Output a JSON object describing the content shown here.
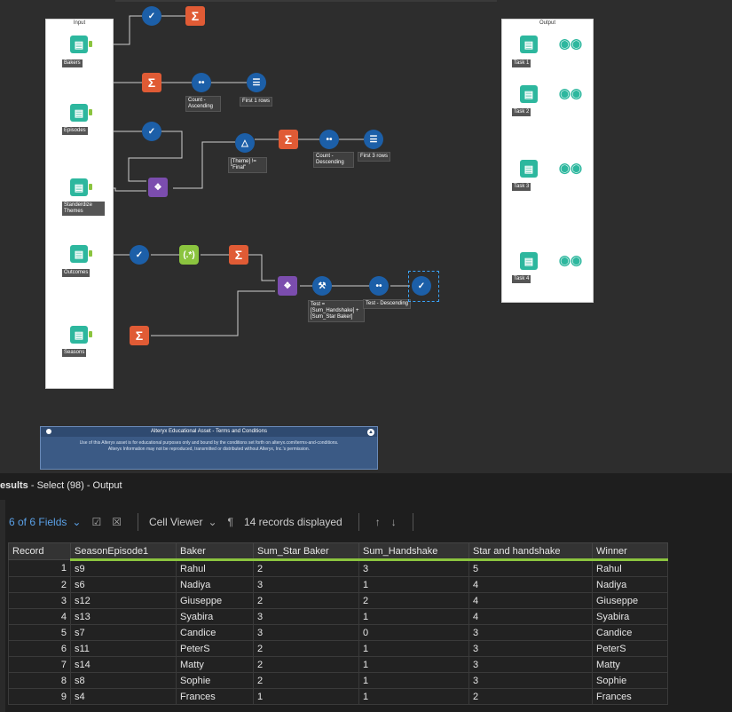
{
  "containers": {
    "input_title": "Input",
    "output_title": "Output"
  },
  "inputs": [
    "Bakers",
    "Episodes",
    "Standerdize Themes",
    "Outcomes",
    "Seasons"
  ],
  "outputs": [
    "Task 1",
    "Task 2",
    "Task 3",
    "Task 4"
  ],
  "tool_labels": {
    "count_asc": "Count - Ascending",
    "first1": "First 1 rows",
    "filter": "[Theme] != \"Final\"",
    "count_desc": "Count - Descending",
    "first3": "First 3 rows",
    "formula": "Test = [Sum_Handshake] + [Sum_Star Baker]",
    "test_desc": "Test - Descending"
  },
  "terms": {
    "title": "Alteryx Educational Asset - Terms and Conditions",
    "line1": "Use of this Alteryx asset is for educational purposes only and bound by the conditions set forth on alteryx.com/terms-and-conditions.",
    "line2": "Alteryx Information may not be reproduced, transmitted or distributed without Alteryx, Inc.'s permission."
  },
  "results": {
    "title": "esults",
    "subtitle": " - Select (98) - Output",
    "fields_label": "6 of 6 Fields",
    "viewer_label": "Cell Viewer",
    "records_label": "14 records displayed"
  },
  "table": {
    "headers": [
      "Record",
      "SeasonEpisode1",
      "Baker",
      "Sum_Star Baker",
      "Sum_Handshake",
      "Star and handshake",
      "Winner"
    ],
    "rows": [
      [
        "1",
        "s9",
        "Rahul",
        "2",
        "3",
        "5",
        "Rahul"
      ],
      [
        "2",
        "s6",
        "Nadiya",
        "3",
        "1",
        "4",
        "Nadiya"
      ],
      [
        "3",
        "s12",
        "Giuseppe",
        "2",
        "2",
        "4",
        "Giuseppe"
      ],
      [
        "4",
        "s13",
        "Syabira",
        "3",
        "1",
        "4",
        "Syabira"
      ],
      [
        "5",
        "s7",
        "Candice",
        "3",
        "0",
        "3",
        "Candice"
      ],
      [
        "6",
        "s11",
        "PeterS",
        "2",
        "1",
        "3",
        "PeterS"
      ],
      [
        "7",
        "s14",
        "Matty",
        "2",
        "1",
        "3",
        "Matty"
      ],
      [
        "8",
        "s8",
        "Sophie",
        "2",
        "1",
        "3",
        "Sophie"
      ],
      [
        "9",
        "s4",
        "Frances",
        "1",
        "1",
        "2",
        "Frances"
      ]
    ]
  },
  "colors": {
    "accent_green": "#8bc43f",
    "tool_blue": "#1c5fa8",
    "tool_orange": "#e05b35",
    "tool_purple": "#7b4dae",
    "input_teal": "#2db79e"
  }
}
